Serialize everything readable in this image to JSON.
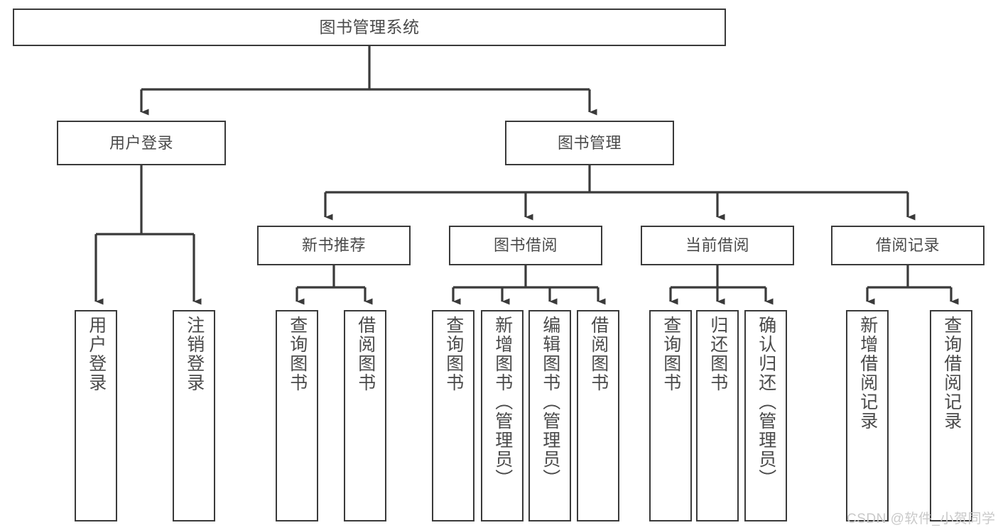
{
  "diagram": {
    "title": "图书管理系统",
    "type": "tree",
    "levels": {
      "root": {
        "label": "图书管理系统"
      },
      "level2": [
        {
          "id": "user-login",
          "label": "用户登录"
        },
        {
          "id": "book-management",
          "label": "图书管理"
        }
      ],
      "level3": [
        {
          "id": "new-book-recommend",
          "label": "新书推荐",
          "parent": "book-management"
        },
        {
          "id": "book-borrow",
          "label": "图书借阅",
          "parent": "book-management"
        },
        {
          "id": "current-borrow",
          "label": "当前借阅",
          "parent": "book-management"
        },
        {
          "id": "borrow-record",
          "label": "借阅记录",
          "parent": "book-management"
        }
      ],
      "leaves": [
        {
          "id": "leaf-user-login",
          "label": "用户登录",
          "parent": "user-login"
        },
        {
          "id": "leaf-logout",
          "label": "注销登录",
          "parent": "user-login"
        },
        {
          "id": "leaf-query-book-1",
          "label": "查询图书",
          "parent": "new-book-recommend"
        },
        {
          "id": "leaf-borrow-book-1",
          "label": "借阅图书",
          "parent": "new-book-recommend"
        },
        {
          "id": "leaf-query-book-2",
          "label": "查询图书",
          "parent": "book-borrow"
        },
        {
          "id": "leaf-add-book",
          "label": "新增图书（管理员）",
          "parent": "book-borrow"
        },
        {
          "id": "leaf-edit-book",
          "label": "编辑图书（管理员）",
          "parent": "book-borrow"
        },
        {
          "id": "leaf-borrow-book-2",
          "label": "借阅图书",
          "parent": "book-borrow"
        },
        {
          "id": "leaf-query-book-3",
          "label": "查询图书",
          "parent": "current-borrow"
        },
        {
          "id": "leaf-return-book",
          "label": "归还图书",
          "parent": "current-borrow"
        },
        {
          "id": "leaf-confirm-return",
          "label": "确认归还（管理员）",
          "parent": "current-borrow"
        },
        {
          "id": "leaf-add-record",
          "label": "新增借阅记录",
          "parent": "borrow-record"
        },
        {
          "id": "leaf-query-record",
          "label": "查询借阅记录",
          "parent": "borrow-record"
        }
      ]
    },
    "colors": {
      "border": "#3a3a3a",
      "text": "#4a4a4a",
      "background": "#ffffff",
      "watermark": "#c9c9c9"
    }
  },
  "watermark": {
    "text": "CSDN @软件_小贺同学"
  }
}
